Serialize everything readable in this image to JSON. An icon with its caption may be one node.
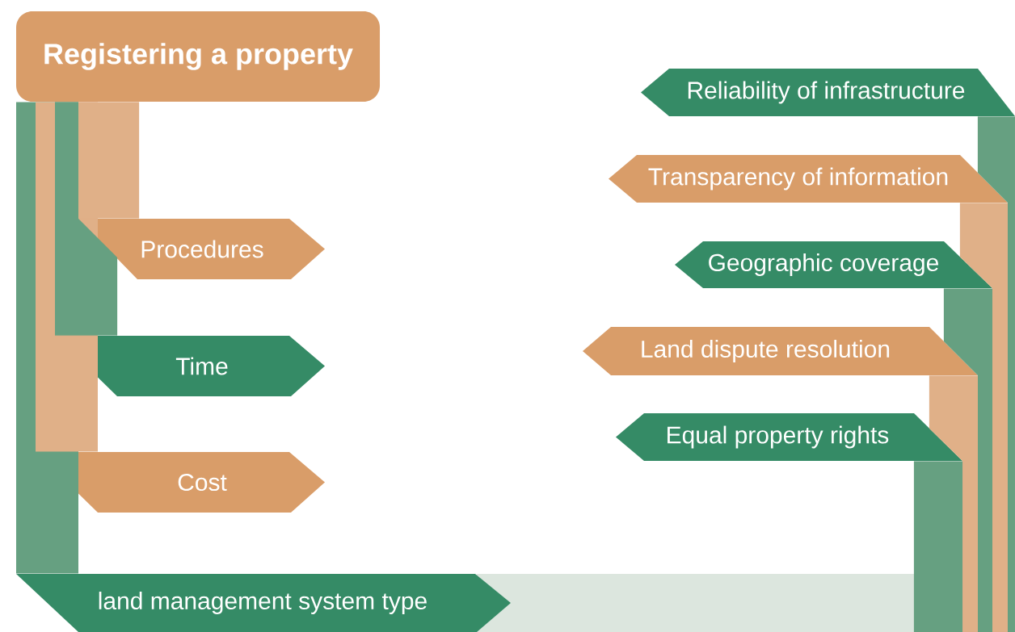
{
  "diagram": {
    "nodes": [
      {
        "text": [
          "Registering a property"
        ]
      },
      {
        "text": [
          "Procedures"
        ]
      },
      {
        "text": [
          "Time"
        ]
      },
      {
        "text": [
          "Cost"
        ]
      },
      {
        "text": [
          "land management system type"
        ]
      },
      {
        "text": [
          "Reliability of infrastructure"
        ]
      },
      {
        "text": [
          "Transparency of information"
        ]
      },
      {
        "text": [
          "Geographic coverage"
        ]
      },
      {
        "text": [
          "Land dispute resolution"
        ]
      },
      {
        "text": [
          "Equal property rights"
        ]
      }
    ],
    "edges": [
      {
        "from": 0,
        "to": 4,
        "arrow": "none"
      },
      {
        "from": 0,
        "to": 3,
        "arrow": "none",
        "color": "#e0b088"
      },
      {
        "from": 0,
        "to": 2,
        "arrow": "none"
      },
      {
        "from": 0,
        "to": 1,
        "arrow": "none",
        "color": "#e0b088"
      },
      {
        "from": null,
        "to": 5,
        "arrow": "none"
      },
      {
        "from": null,
        "to": 6,
        "arrow": "none",
        "color": "#e0b088"
      },
      {
        "from": null,
        "to": 7,
        "arrow": "none"
      },
      {
        "from": null,
        "to": 8,
        "arrow": "none",
        "color": "#e0b088"
      },
      {
        "from": null,
        "to": 9,
        "arrow": "none"
      }
    ]
  }
}
